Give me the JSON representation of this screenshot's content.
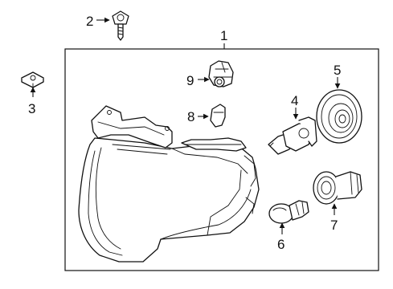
{
  "diagram": {
    "callouts": [
      {
        "id": "1",
        "text": "1"
      },
      {
        "id": "2",
        "text": "2"
      },
      {
        "id": "3",
        "text": "3"
      },
      {
        "id": "4",
        "text": "4"
      },
      {
        "id": "5",
        "text": "5"
      },
      {
        "id": "6",
        "text": "6"
      },
      {
        "id": "7",
        "text": "7"
      },
      {
        "id": "8",
        "text": "8"
      },
      {
        "id": "9",
        "text": "9"
      }
    ],
    "colors": {
      "line": "#111111",
      "background": "#ffffff"
    }
  }
}
